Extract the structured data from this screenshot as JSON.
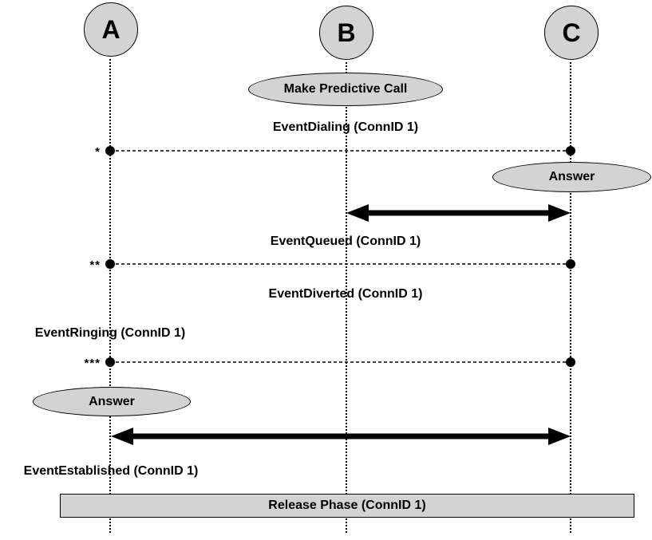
{
  "diagram": {
    "participants": [
      {
        "label": "A"
      },
      {
        "label": "B"
      },
      {
        "label": "C"
      }
    ],
    "action_bubbles": [
      {
        "label": "Make Predictive Call",
        "lifeline": "B"
      },
      {
        "label": "Answer",
        "lifeline": "C"
      },
      {
        "label": "Answer",
        "lifeline": "A"
      }
    ],
    "event_labels": [
      {
        "label": "EventDialing (ConnID 1)"
      },
      {
        "label": "EventQueued (ConnID 1)"
      },
      {
        "label": "EventDiverted (ConnID 1)"
      },
      {
        "label": "EventRinging (ConnID 1)"
      },
      {
        "label": "EventEstablished (ConnID 1)"
      }
    ],
    "sync_lines": [
      {
        "marker": "*",
        "from": "A",
        "to": "C"
      },
      {
        "marker": "**",
        "from": "A",
        "to": "C"
      },
      {
        "marker": "***",
        "from": "A",
        "to": "C"
      }
    ],
    "arrows": [
      {
        "from": "B",
        "to": "C",
        "style": "thick-double-headed"
      },
      {
        "from": "A",
        "to": "C",
        "style": "thick-double-headed"
      }
    ],
    "release_phase": {
      "label": "Release Phase (ConnID 1)"
    },
    "colors": {
      "shape_fill": "#d3d3d3",
      "stroke": "#000000",
      "text": "#000000",
      "background": "#ffffff"
    }
  }
}
